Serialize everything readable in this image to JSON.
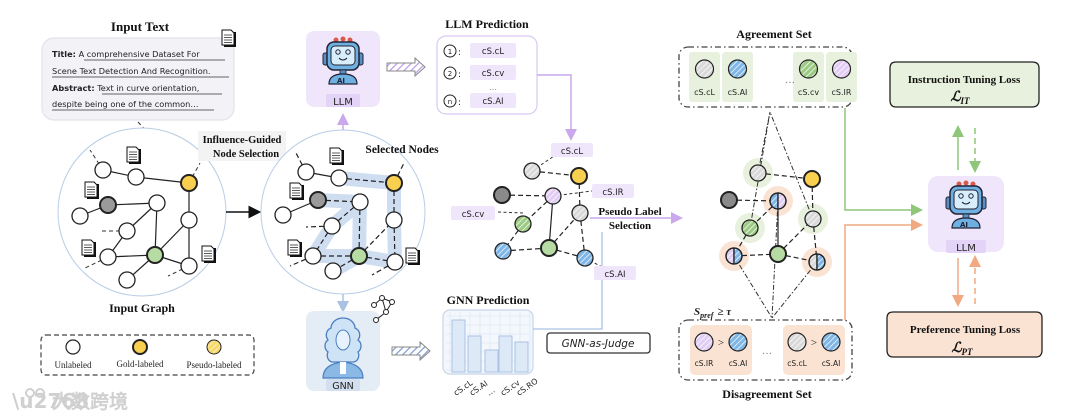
{
  "input_text": {
    "title": "Input Text",
    "lines": [
      {
        "label": "Title:",
        "text": "A comprehensive Dataset For"
      },
      {
        "label": "",
        "text": "Scene Text Detection And Recognition."
      },
      {
        "label": "Abstract:",
        "text": "Text in curve orientation,"
      },
      {
        "label": "",
        "text": "despite being one of the common…"
      }
    ],
    "icon": "document-icon"
  },
  "input_graph": {
    "title": "Input Graph"
  },
  "influence_label": {
    "line1": "Influence-Guided",
    "line2": "Node Selection"
  },
  "selected_nodes": {
    "title": "Selected Nodes"
  },
  "legend": {
    "items": [
      {
        "label": "Unlabeled",
        "color": "#ffffff"
      },
      {
        "label": "Gold-labeled",
        "color": "#f8cf4f"
      },
      {
        "label": "Pseudo-labeled",
        "color": "#f6de7c"
      }
    ]
  },
  "llm": {
    "label": "LLM",
    "badge": "AI"
  },
  "llm_prediction": {
    "title": "LLM Prediction",
    "rows": [
      {
        "index": "1",
        "value": "cS.cL"
      },
      {
        "index": "2",
        "value": "cS.cv"
      },
      {
        "index": "n",
        "value": "cS.AI"
      }
    ],
    "ellipsis": "…"
  },
  "gnn": {
    "label": "GNN"
  },
  "gnn_prediction": {
    "title": "GNN Prediction",
    "categories": [
      "cS.cL",
      "cS.AI",
      "…",
      "cS.cv",
      "cS.RO"
    ]
  },
  "gnn_judge": {
    "label": "GNN-as-Judge"
  },
  "pseudo_graph_labels": {
    "cl": "cS.cL",
    "ir": "cS.IR",
    "cv": "cS.cv",
    "ai": "cS.AI"
  },
  "pseudo_label_selection": {
    "line1": "Pseudo Label",
    "line2": "Selection"
  },
  "agreement_set": {
    "title": "Agreement Set",
    "items": [
      {
        "label": "cS.cL",
        "color": "#cfcfcf"
      },
      {
        "label": "cS.AI",
        "color": "#8ec1ea"
      },
      {
        "label": "cS.cv",
        "color": "#a9d08e"
      },
      {
        "label": "cS.IR",
        "color": "#e5d0f5"
      }
    ],
    "ellipsis": "…"
  },
  "disagreement_set": {
    "title": "Disagreement Set",
    "threshold": "S",
    "threshold_sub": "pref",
    "threshold_rest": "≥ τ",
    "pairs": [
      {
        "left": "cS.IR",
        "right": "cS.AI",
        "left_color": "#e5d0f5",
        "right_color": "#8ec1ea",
        "op": ">"
      },
      {
        "left": "cS.cL",
        "right": "cS.AI",
        "left_color": "#cfcfcf",
        "right_color": "#8ec1ea",
        "op": ">"
      }
    ],
    "ellipsis": "…"
  },
  "instruction_loss": {
    "title": "Instruction Tuning Loss",
    "symbol": "ℒ",
    "sub": "IT"
  },
  "preference_loss": {
    "title": "Preference Tuning Loss",
    "symbol": "ℒ",
    "sub": "PT"
  },
  "watermark": {
    "text": "大数跨境"
  },
  "colors": {
    "purple": "#c9a8ec",
    "purple_bg": "#efe6fb",
    "green": "#8fc67a",
    "green_bg": "#e8f1dd",
    "orange": "#f0a980",
    "orange_bg": "#fbe3d4",
    "blue_line": "#a9c2e4",
    "gold": "#f8cf4f"
  }
}
